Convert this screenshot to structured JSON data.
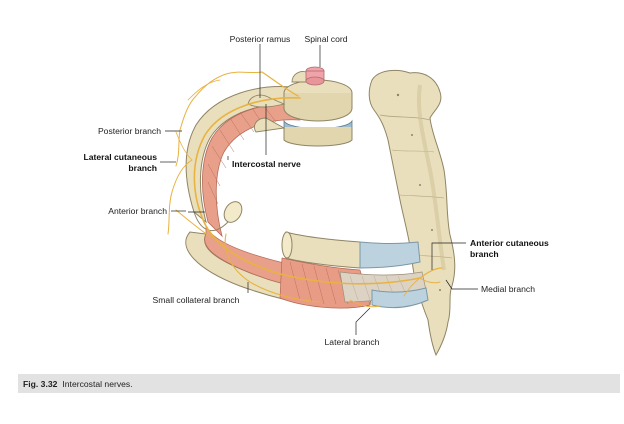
{
  "figure": {
    "number": "Fig. 3.32",
    "caption": "Intercostal nerves."
  },
  "labels": {
    "posterior_ramus": "Posterior ramus",
    "spinal_cord": "Spinal cord",
    "posterior_branch": "Posterior branch",
    "lateral_cutaneous_1": "Lateral cutaneous",
    "lateral_cutaneous_2": "branch",
    "intercostal_nerve": "Intercostal nerve",
    "anterior_branch": "Anterior branch",
    "anterior_cutaneous_1": "Anterior cutaneous",
    "anterior_cutaneous_2": "branch",
    "medial_branch": "Medial branch",
    "small_collateral_branch": "Small collateral branch",
    "lateral_branch": "Lateral branch"
  },
  "colors": {
    "bone": "#e9dfbd",
    "bone_shadow": "#c9bb8c",
    "muscle": "#e8a08a",
    "cartilage": "#bcd3df",
    "nerve": "#e8b341",
    "spinal_cord": "#f0a3a8",
    "caption_bar": "#e2e2e2"
  }
}
